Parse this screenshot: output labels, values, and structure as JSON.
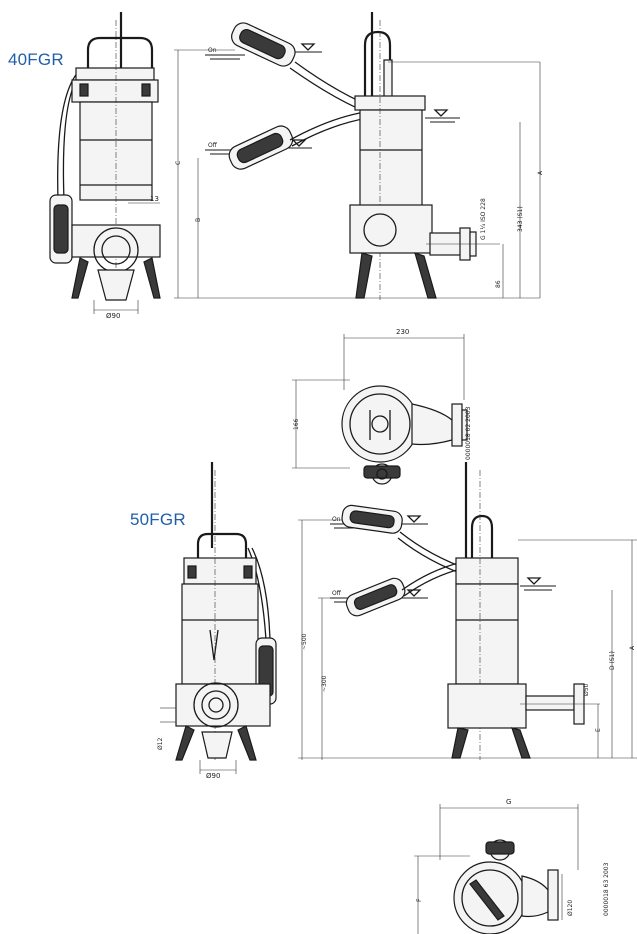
{
  "models": {
    "top": "40FGR",
    "bottom": "50FGR"
  },
  "dims_40": {
    "d90": "Ø90",
    "d13": "13",
    "on": "On",
    "off": "Off",
    "c": "C",
    "b": "B",
    "a": "A",
    "g114": "G 1¼ ISO 228",
    "s343": "343 (S1)",
    "d86": "86",
    "d230": "230",
    "d166": "166",
    "code": "0000018 02 2003"
  },
  "dims_50": {
    "d12": "Ø12",
    "d90": "Ø90",
    "on": "On",
    "off": "Off",
    "d500": "~500",
    "d300": "~300",
    "ds1": "D (S1)",
    "a": "A",
    "d50": "Ø50",
    "e": "E",
    "g": "G",
    "f": "F",
    "d120": "Ø120",
    "code": "0000018 63 2003"
  },
  "colors": {
    "label": "#1f5fa8",
    "line": "#1a1a1a"
  }
}
